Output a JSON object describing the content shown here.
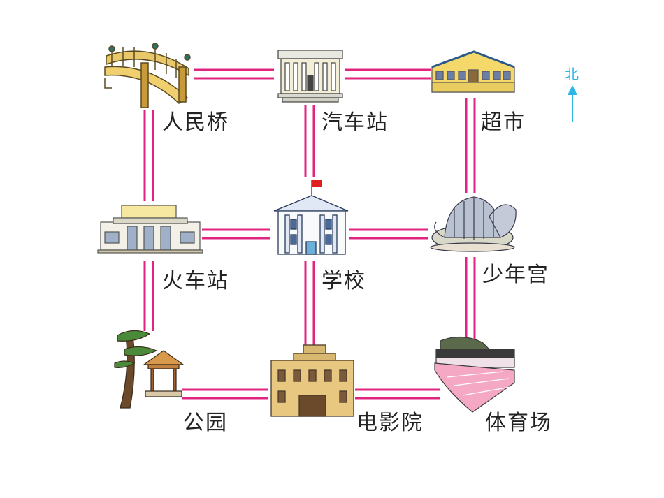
{
  "places": {
    "bridge": "人民桥",
    "bus_station": "汽车站",
    "supermarket": "超市",
    "train_station": "火车站",
    "school": "学校",
    "youth_palace": "少年宫",
    "park": "公园",
    "cinema": "电影院",
    "stadium": "体育场"
  },
  "compass": {
    "north": "北"
  },
  "colors": {
    "road": "#e0247f",
    "compass": "#2bb7e6"
  }
}
